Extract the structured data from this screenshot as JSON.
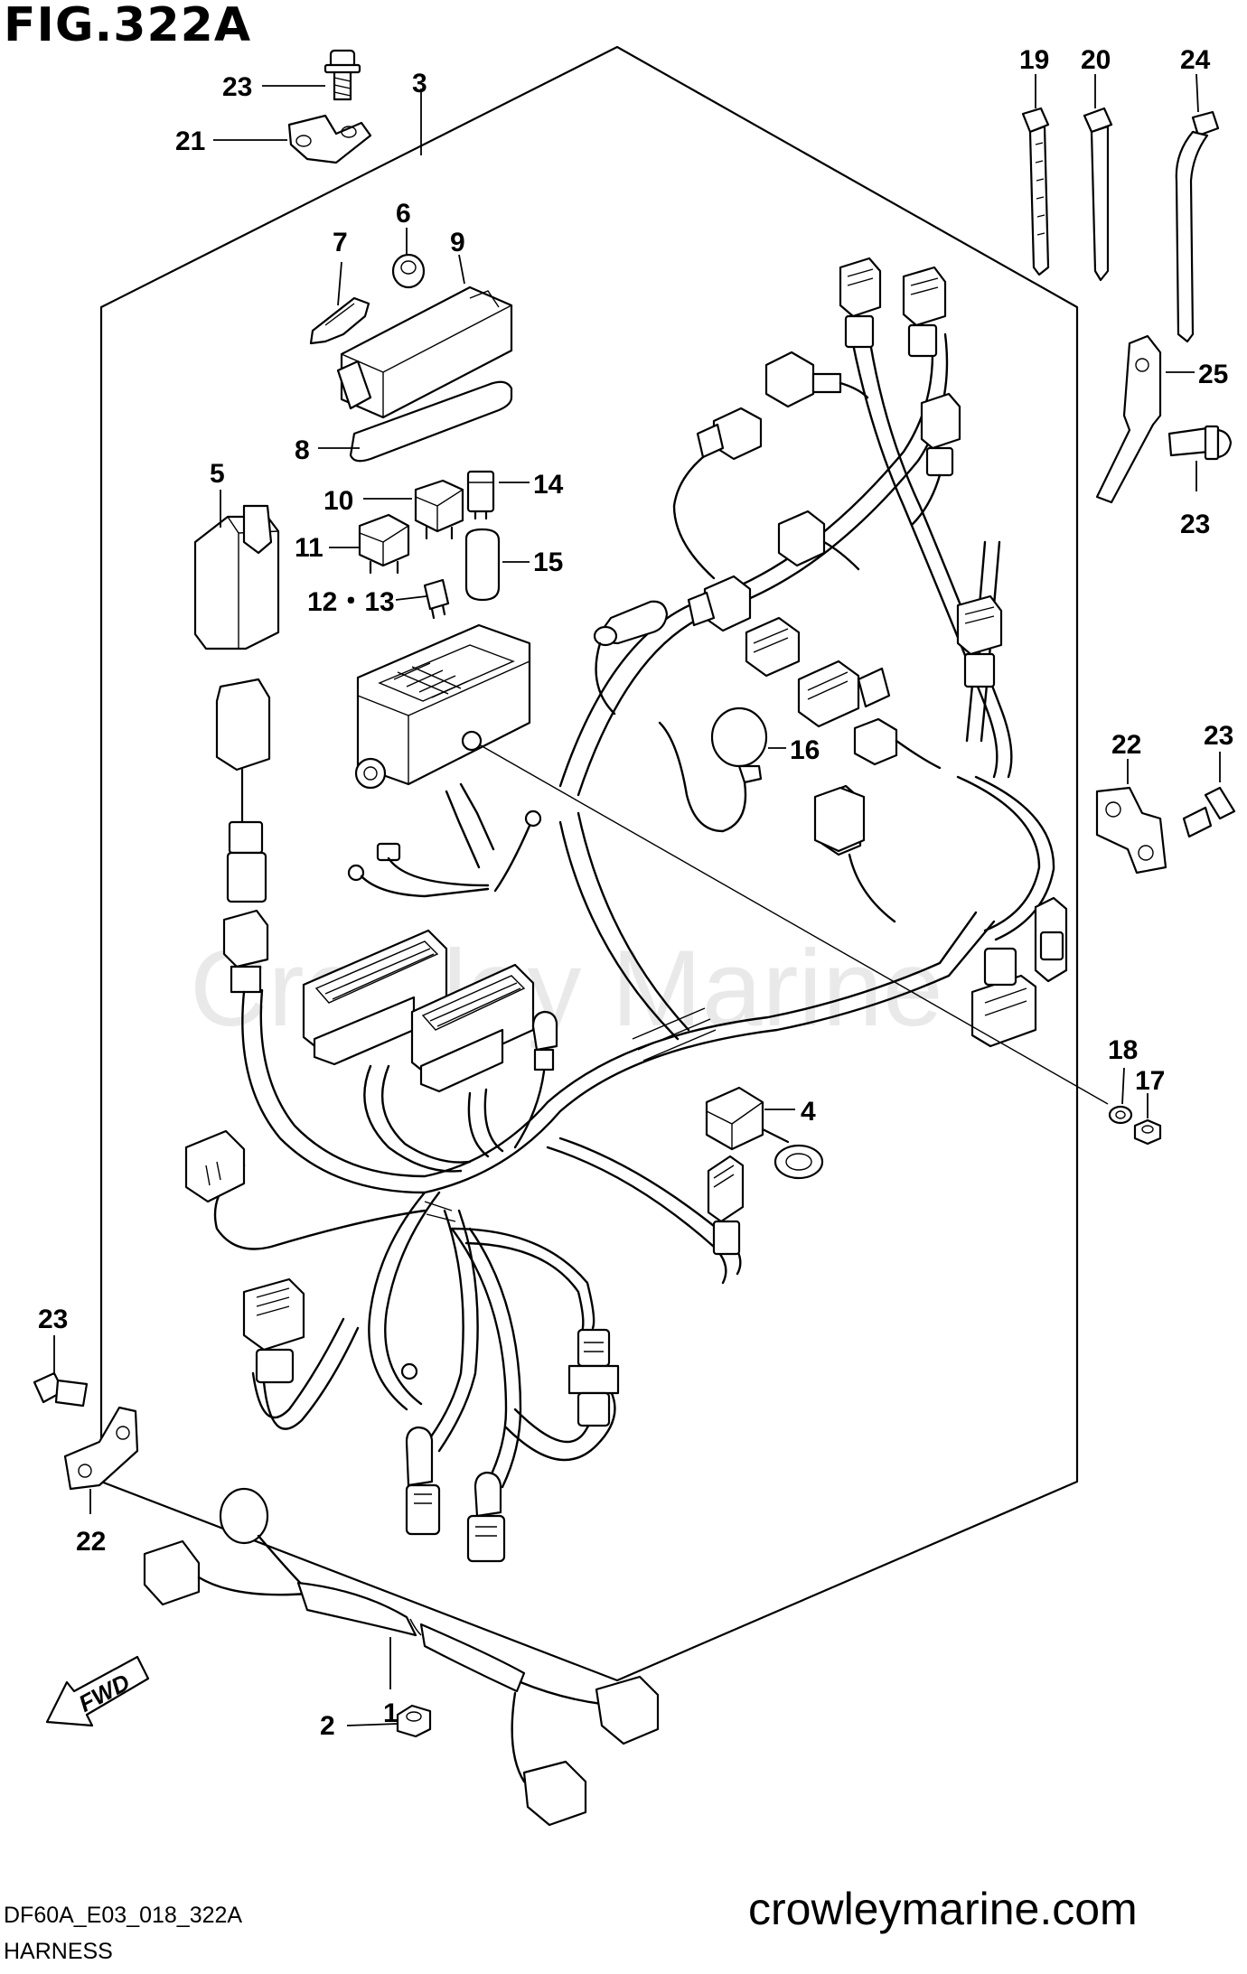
{
  "figure": {
    "title": "FIG.322A",
    "code": "DF60A_E03_018_322A",
    "caption": "HARNESS",
    "website": "crowleymarine.com",
    "watermark": "Crowley Marine",
    "fwd_label": "FWD"
  },
  "callouts": [
    {
      "id": "c23a",
      "label": "23"
    },
    {
      "id": "c21",
      "label": "21"
    },
    {
      "id": "c3",
      "label": "3"
    },
    {
      "id": "c6",
      "label": "6"
    },
    {
      "id": "c7",
      "label": "7"
    },
    {
      "id": "c9",
      "label": "9"
    },
    {
      "id": "c8",
      "label": "8"
    },
    {
      "id": "c5",
      "label": "5"
    },
    {
      "id": "c10",
      "label": "10"
    },
    {
      "id": "c14",
      "label": "14"
    },
    {
      "id": "c11",
      "label": "11"
    },
    {
      "id": "c15",
      "label": "15"
    },
    {
      "id": "c1213",
      "label": "12・13"
    },
    {
      "id": "c16",
      "label": "16"
    },
    {
      "id": "c19",
      "label": "19"
    },
    {
      "id": "c20",
      "label": "20"
    },
    {
      "id": "c24",
      "label": "24"
    },
    {
      "id": "c25",
      "label": "25"
    },
    {
      "id": "c23b",
      "label": "23"
    },
    {
      "id": "c22a",
      "label": "22"
    },
    {
      "id": "c23c",
      "label": "23"
    },
    {
      "id": "c18",
      "label": "18"
    },
    {
      "id": "c17",
      "label": "17"
    },
    {
      "id": "c4",
      "label": "4"
    },
    {
      "id": "c23d",
      "label": "23"
    },
    {
      "id": "c22b",
      "label": "22"
    },
    {
      "id": "c1",
      "label": "1"
    },
    {
      "id": "c2",
      "label": "2"
    }
  ],
  "colors": {
    "ink": "#000000",
    "paper": "#ffffff",
    "watermark": "#e9e9e9"
  }
}
